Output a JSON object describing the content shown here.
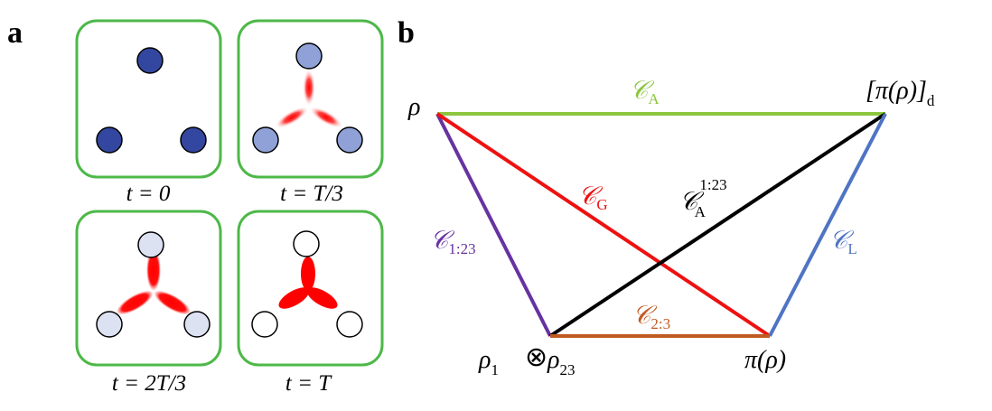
{
  "panels": {
    "a": {
      "label": "a"
    },
    "b": {
      "label": "b"
    }
  },
  "captions": {
    "t0": "t = 0",
    "t1": "t = T/3",
    "t2": "t = 2T/3",
    "t3": "t = T"
  },
  "colors": {
    "box_border": "#4db848",
    "dot_dark": "#3347a0",
    "dot_mid": "#8fa1d6",
    "dot_light": "#dde2f3",
    "red": "#ff0000",
    "green_edge": "#8cc63f",
    "purple_edge": "#6633a0",
    "red_edge": "#ee1111",
    "black_edge": "#000000",
    "blue_edge": "#4f74c4",
    "orange_edge": "#bf5b22"
  },
  "vertices": {
    "rho": "ρ",
    "pi_rho_d": "[π(ρ)]",
    "pi_rho_d_sub": "d",
    "rho1": "ρ",
    "rho1_sub": "1",
    "otimes": "⊗",
    "rho23": "ρ",
    "rho23_sub": "23",
    "pi_rho": "π(ρ)"
  },
  "edges": {
    "A": {
      "symbol": "𝒞",
      "sub": "A"
    },
    "G": {
      "symbol": "𝒞",
      "sub": "G"
    },
    "A123": {
      "symbol": "𝒞",
      "sub": "A",
      "sup": "1:23"
    },
    "one23": {
      "symbol": "𝒞",
      "sub": "1:23"
    },
    "L": {
      "symbol": "𝒞",
      "sub": "L"
    },
    "two3": {
      "symbol": "𝒞",
      "sub": "2:3"
    }
  }
}
